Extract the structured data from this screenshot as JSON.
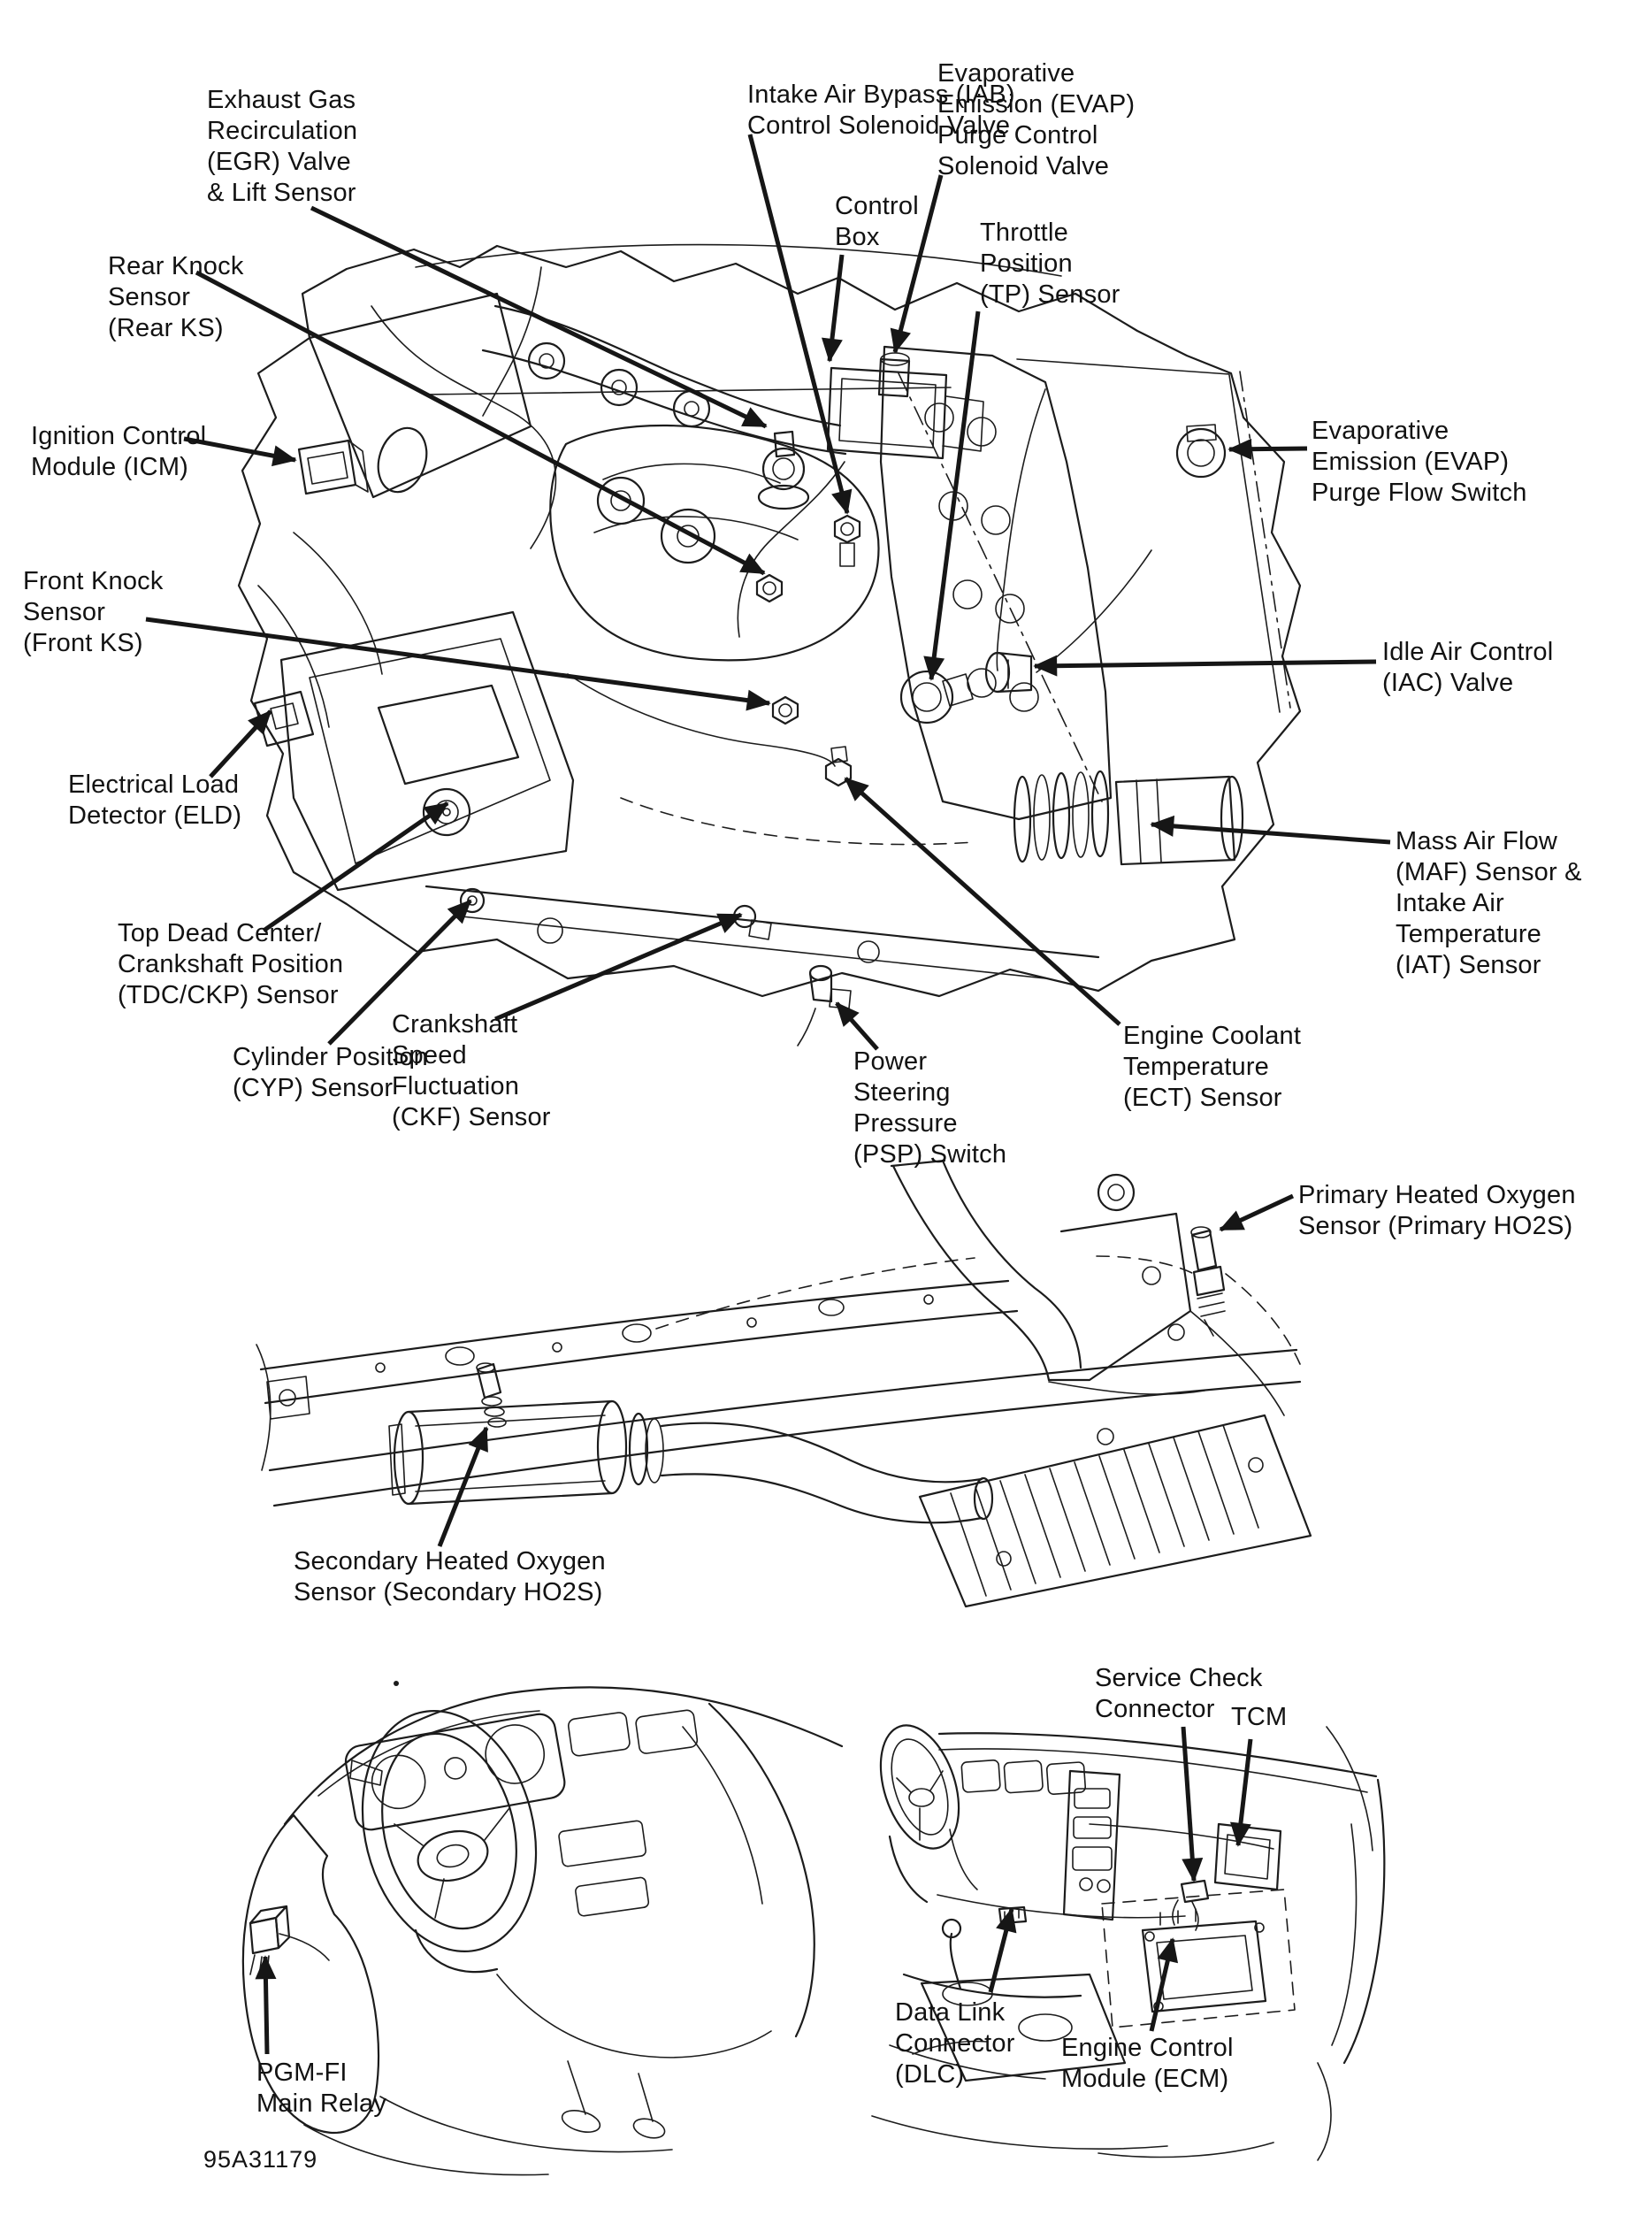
{
  "figure": {
    "number": "95A31179"
  },
  "colors": {
    "ink": "#1c1c1c",
    "paper": "#ffffff"
  },
  "labels": {
    "egr_valve": "Exhaust Gas\nRecirculation\n(EGR) Valve\n& Lift Sensor",
    "iab_solenoid": "Intake Air Bypass (IAB)\nControl Solenoid Valve",
    "evap_purge_control": "Evaporative\nEmission (EVAP)\nPurge Control\nSolenoid Valve",
    "control_box": "Control\nBox",
    "tp_sensor": "Throttle\nPosition\n(TP) Sensor",
    "rear_knock": "Rear Knock\nSensor\n(Rear KS)",
    "icm": "Ignition Control\nModule (ICM)",
    "evap_purge_flow": "Evaporative\nEmission (EVAP)\nPurge Flow Switch",
    "front_knock": "Front Knock\nSensor\n(Front KS)",
    "iac_valve": "Idle Air Control\n(IAC) Valve",
    "eld": "Electrical Load\nDetector (ELD)",
    "maf_iat": "Mass Air Flow\n(MAF) Sensor &\nIntake Air\nTemperature\n(IAT) Sensor",
    "tdc_ckp": "Top Dead Center/\nCrankshaft Position\n(TDC/CKP) Sensor",
    "cyp": "Cylinder Position\n(CYP) Sensor",
    "ckf": "Crankshaft\nSpeed\nFluctuation\n(CKF) Sensor",
    "psp": "Power\nSteering\nPressure\n(PSP) Switch",
    "ect": "Engine Coolant\nTemperature\n(ECT) Sensor",
    "primary_ho2s": "Primary Heated Oxygen\nSensor (Primary HO2S)",
    "secondary_ho2s": "Secondary Heated Oxygen\nSensor (Secondary HO2S)",
    "service_check": "Service Check\nConnector",
    "tcm": "TCM",
    "pgm_fi_relay": "PGM-FI\nMain Relay",
    "dlc": "Data Link\nConnector\n(DLC)",
    "ecm": "Engine Control\nModule (ECM)"
  }
}
